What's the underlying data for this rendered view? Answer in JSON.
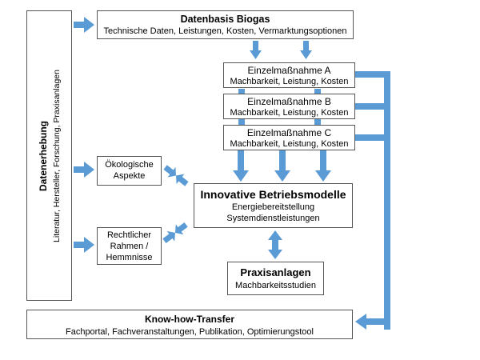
{
  "datenerhebung": {
    "title": "Datenerhebung",
    "subtitle": "Literatur, Hersteller, Forschung, Praxisanlagen"
  },
  "datenbasis": {
    "title": "Datenbasis Biogas",
    "subtitle": "Technische Daten, Leistungen, Kosten, Vermarktungsoptionen"
  },
  "massnahmen": [
    {
      "title": "Einzelmaßnahme  A",
      "subtitle": "Machbarkeit, Leistung, Kosten"
    },
    {
      "title": "Einzelmaßnahme  B",
      "subtitle": "Machbarkeit, Leistung, Kosten"
    },
    {
      "title": "Einzelmaßnahme  C",
      "subtitle": "Machbarkeit, Leistung, Kosten"
    }
  ],
  "oekologisch": {
    "line1": "Ökologische",
    "line2": "Aspekte"
  },
  "rechtlich": {
    "line1": "Rechtlicher",
    "line2": "Rahmen /",
    "line3": "Hemmnisse"
  },
  "innovative": {
    "title": "Innovative Betriebsmodelle",
    "line1": "Energiebereitstellung",
    "line2": "Systemdienstleistungen"
  },
  "praxis": {
    "title": "Praxisanlagen",
    "subtitle": "Machbarkeitsstudien"
  },
  "knowhow": {
    "title": "Know-how-Transfer",
    "subtitle": "Fachportal, Fachveranstaltungen, Publikation, Optimierungstool"
  },
  "colors": {
    "arrow": "#5b9bd5",
    "border": "#555555"
  }
}
